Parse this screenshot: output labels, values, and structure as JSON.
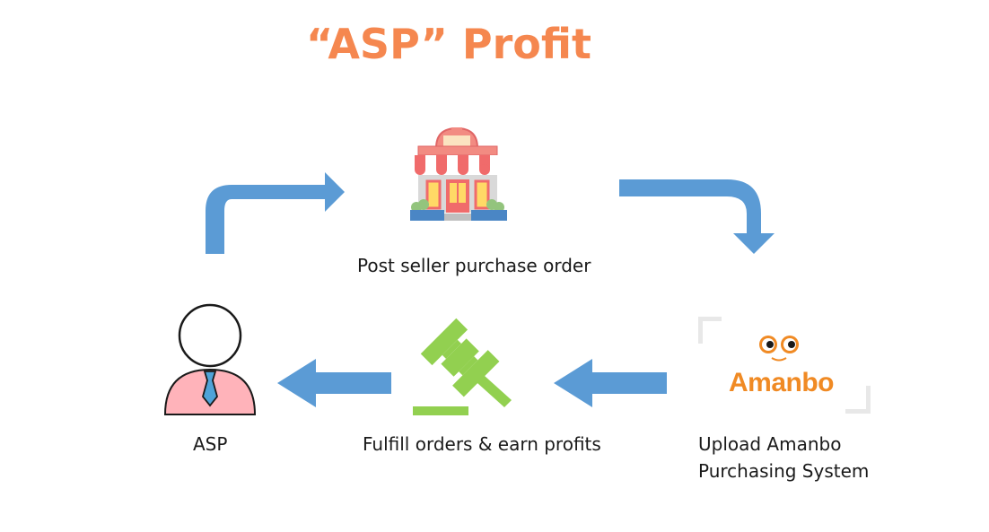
{
  "title": "“ASP” Profit",
  "nodes": {
    "post": {
      "label": "Post seller purchase order"
    },
    "asp": {
      "label": "ASP"
    },
    "fulfill": {
      "label": "Fulfill orders & earn profits"
    },
    "upload": {
      "label_line1": "Upload Amanbo",
      "label_line2": "Purchasing System"
    }
  },
  "logo": {
    "text": "Amanbo"
  },
  "icons": {
    "store": "storefront-icon",
    "person": "person-icon",
    "gavel": "gavel-icon"
  },
  "colors": {
    "title": "#F5874F",
    "arrow": "#5B9BD5",
    "brand_orange": "#F08A24",
    "gavel_green": "#92D050",
    "person_shirt": "#FFB3BA",
    "tie": "#4FA3D8"
  }
}
